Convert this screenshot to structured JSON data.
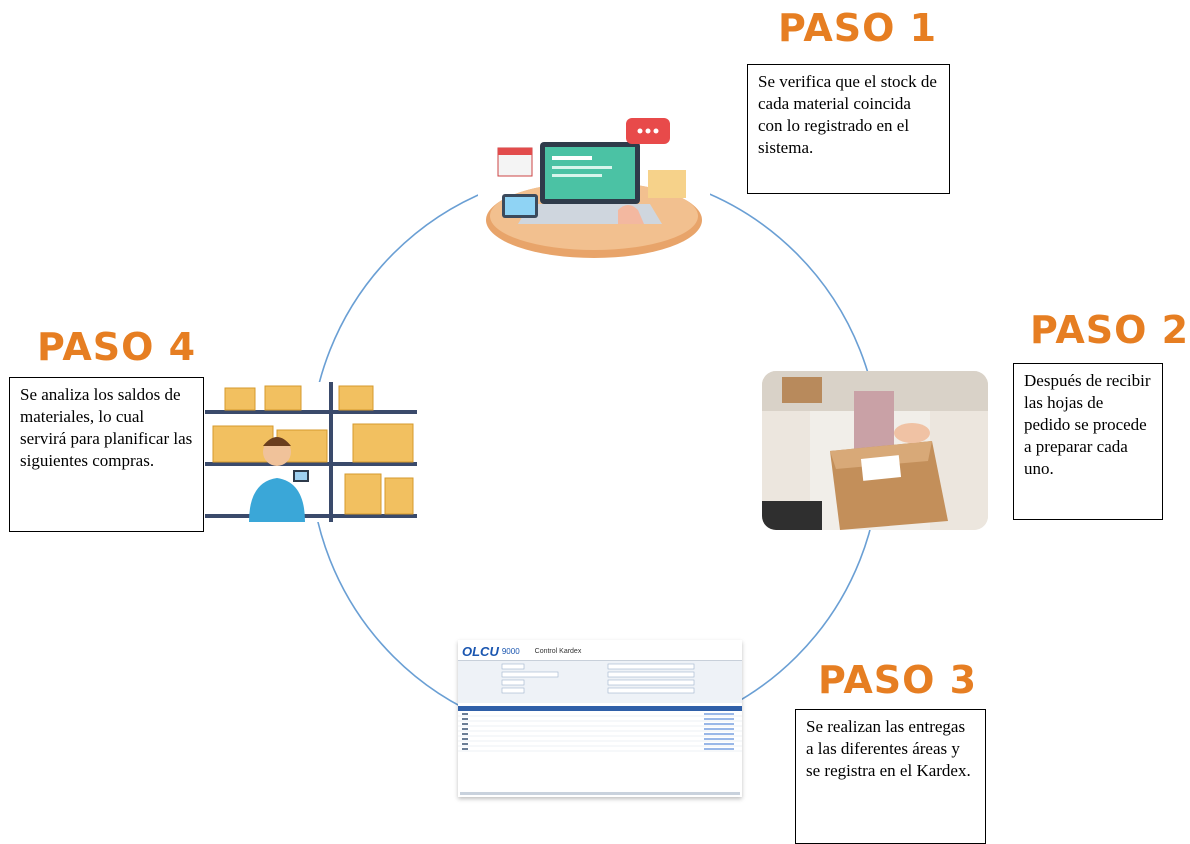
{
  "steps": [
    {
      "title": "PASO 1",
      "text": "Se verifica que el stock de cada material coincida con lo registrado en el sistema."
    },
    {
      "title": "PASO 2",
      "text": "Después de recibir las hojas de pedido se procede a preparar cada uno."
    },
    {
      "title": "PASO 3",
      "text": "Se realizan las entregas a las diferentes áreas y se registra en el Kardex."
    },
    {
      "title": "PASO 4",
      "text": "Se analiza los saldos de materiales, lo cual servirá para planificar las siguientes compras."
    }
  ],
  "kardex": {
    "brand": "OLCU",
    "brand_suffix": "9000",
    "window_title": "Control Kardex"
  },
  "icons": [
    "laptop-work-icon",
    "packing-box-photo",
    "kardex-screenshot",
    "warehouse-shelves-icon"
  ],
  "colors": {
    "accent": "#e67e22",
    "circle": "#6a9fd4"
  }
}
